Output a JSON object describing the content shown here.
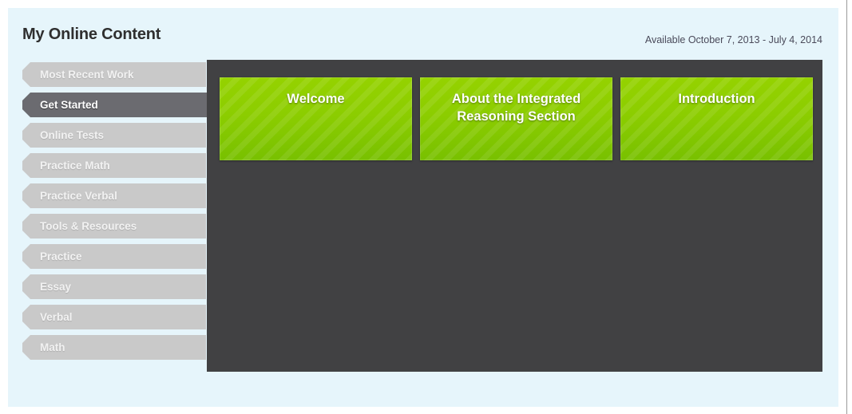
{
  "header": {
    "title": "My Online Content",
    "availability": "Available October 7, 2013 - July 4, 2014"
  },
  "sidebar": {
    "items": [
      {
        "label": "Most Recent Work",
        "active": false
      },
      {
        "label": "Get Started",
        "active": true
      },
      {
        "label": "Online Tests",
        "active": false
      },
      {
        "label": "Practice Math",
        "active": false
      },
      {
        "label": "Practice Verbal",
        "active": false
      },
      {
        "label": "Tools & Resources",
        "active": false
      },
      {
        "label": "Practice",
        "active": false
      },
      {
        "label": "Essay",
        "active": false
      },
      {
        "label": "Verbal",
        "active": false
      },
      {
        "label": "Math",
        "active": false
      }
    ]
  },
  "content": {
    "cards": [
      {
        "title": "Welcome"
      },
      {
        "title": "About the Integrated Reasoning Section"
      },
      {
        "title": "Introduction"
      }
    ]
  },
  "colors": {
    "page_background": "#e6f5fb",
    "content_panel": "#414143",
    "nav_inactive": "#c9c9c9",
    "nav_active": "#6b6b70",
    "card_green_top": "#95d200",
    "card_green_bottom": "#78c000",
    "title_text": "#2f2f2f"
  }
}
